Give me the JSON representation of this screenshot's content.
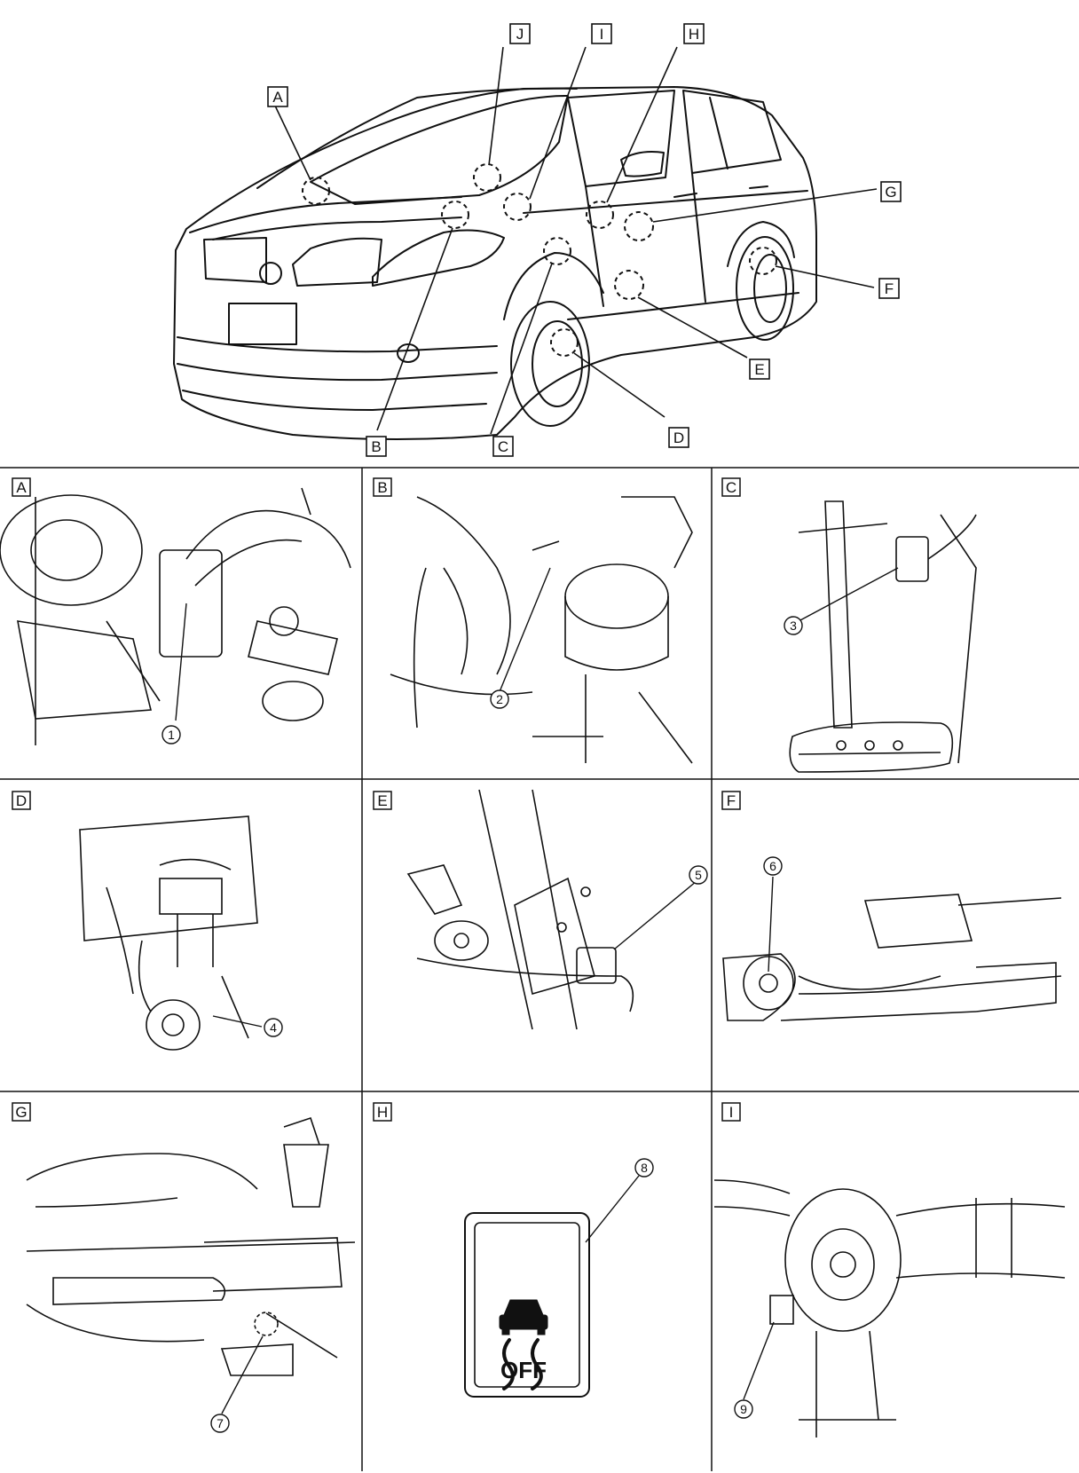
{
  "overview": {
    "labels": [
      "A",
      "B",
      "C",
      "D",
      "E",
      "F",
      "G",
      "H",
      "I",
      "J"
    ]
  },
  "panels": [
    {
      "letter": "A",
      "callout": "1"
    },
    {
      "letter": "B",
      "callout": "2"
    },
    {
      "letter": "C",
      "callout": "3"
    },
    {
      "letter": "D",
      "callout": "4"
    },
    {
      "letter": "E",
      "callout": "5"
    },
    {
      "letter": "F",
      "callout": "6"
    },
    {
      "letter": "G",
      "callout": "7"
    },
    {
      "letter": "H",
      "callout": "8"
    },
    {
      "letter": "I",
      "callout": "9"
    }
  ],
  "vdc_switch": {
    "text": "OFF"
  }
}
